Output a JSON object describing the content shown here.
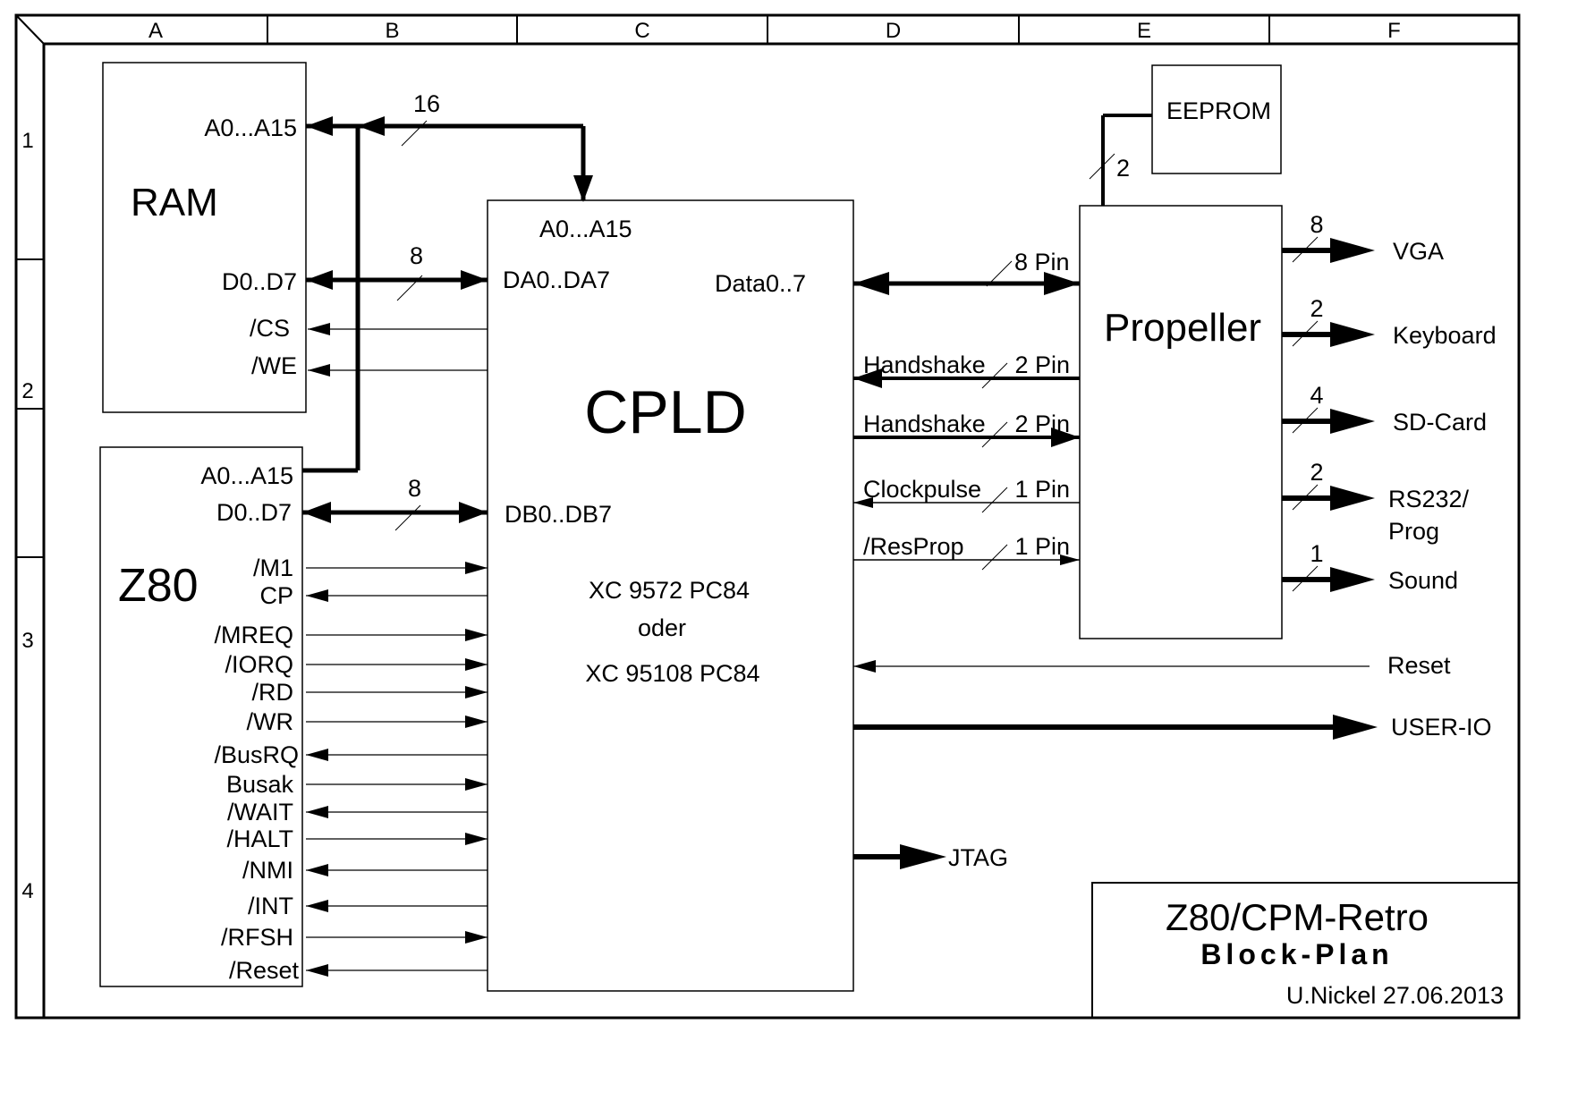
{
  "frame": {
    "columns": [
      "A",
      "B",
      "C",
      "D",
      "E",
      "F"
    ],
    "rows": [
      "1",
      "2",
      "3",
      "4"
    ]
  },
  "blocks": {
    "ram": {
      "title": "RAM",
      "pins": [
        "A0...A15",
        "D0..D7",
        "/CS",
        "/WE"
      ]
    },
    "z80": {
      "title": "Z80",
      "pins": [
        "A0...A15",
        "D0..D7"
      ],
      "signals": [
        {
          "label": "/M1",
          "dir": "out"
        },
        {
          "label": "CP",
          "dir": "in"
        },
        {
          "label": "/MREQ",
          "dir": "out"
        },
        {
          "label": "/IORQ",
          "dir": "out"
        },
        {
          "label": "/RD",
          "dir": "out"
        },
        {
          "label": "/WR",
          "dir": "out"
        },
        {
          "label": "/BusRQ",
          "dir": "in"
        },
        {
          "label": "Busak",
          "dir": "out"
        },
        {
          "label": "/WAIT",
          "dir": "in"
        },
        {
          "label": "/HALT",
          "dir": "out"
        },
        {
          "label": "/NMI",
          "dir": "in"
        },
        {
          "label": "/INT",
          "dir": "in"
        },
        {
          "label": "/RFSH",
          "dir": "out"
        },
        {
          "label": "/Reset",
          "dir": "in"
        }
      ]
    },
    "cpld": {
      "title": "CPLD",
      "pins": [
        "A0...A15",
        "DA0..DA7",
        "Data0..7",
        "DB0..DB7"
      ],
      "part_lines": [
        "XC 9572 PC84",
        "oder",
        "XC 95108 PC84"
      ]
    },
    "eeprom": {
      "title": "EEPROM"
    },
    "propeller": {
      "title": "Propeller"
    }
  },
  "buses": {
    "address_width": "16",
    "ram_data_width": "8",
    "z80_data_width": "8",
    "eeprom_width": "2",
    "prop_data": "8 Pin"
  },
  "cpld_prop_links": [
    {
      "label": "Handshake",
      "pins": "2 Pin",
      "dir": "to-cpld"
    },
    {
      "label": "Handshake",
      "pins": "2 Pin",
      "dir": "to-prop"
    },
    {
      "label": "Clockpulse",
      "pins": "1 Pin",
      "dir": "to-cpld"
    },
    {
      "label": "/ResProp",
      "pins": "1 Pin",
      "dir": "to-prop"
    }
  ],
  "prop_outputs": [
    {
      "width": "8",
      "label": "VGA"
    },
    {
      "width": "2",
      "label": "Keyboard"
    },
    {
      "width": "4",
      "label": "SD-Card"
    },
    {
      "width": "2",
      "label": "RS232/",
      "label2": "Prog"
    },
    {
      "width": "1",
      "label": "Sound"
    }
  ],
  "cpld_externals": {
    "reset": "Reset",
    "user_io": "USER-IO",
    "jtag": "JTAG"
  },
  "title_block": {
    "title": "Z80/CPM-Retro",
    "subtitle": "Block-Plan",
    "author_date": "U.Nickel 27.06.2013"
  }
}
